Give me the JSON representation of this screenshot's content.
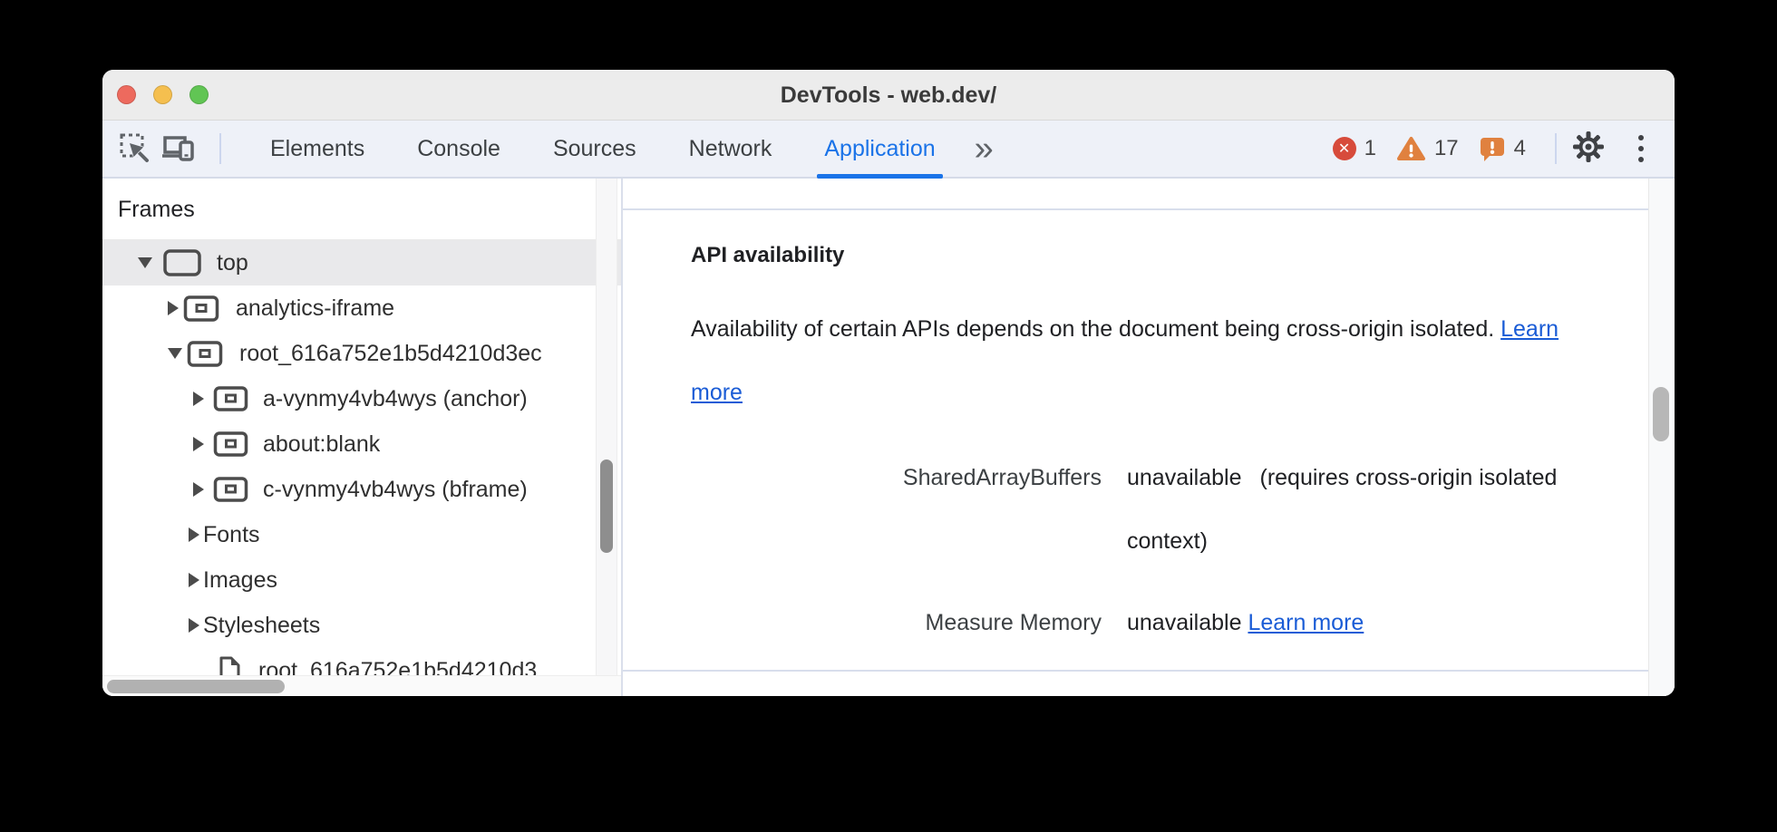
{
  "window": {
    "title": "DevTools - web.dev/"
  },
  "toolbar": {
    "tabs": [
      "Elements",
      "Console",
      "Sources",
      "Network",
      "Application"
    ],
    "active_tab": "Application",
    "more_tabs_label": "»",
    "error_count": "1",
    "warning_count": "17",
    "issue_count": "4",
    "error_glyph": "✕"
  },
  "sidebar": {
    "header": "Frames",
    "tree": [
      {
        "label": "top",
        "state": "expanded",
        "selected": true
      },
      {
        "label": "analytics-iframe",
        "state": "collapsed"
      },
      {
        "label": "root_616a752e1b5d4210d3ec",
        "state": "expanded"
      },
      {
        "label": "a-vynmy4vb4wys (anchor)",
        "state": "collapsed"
      },
      {
        "label": "about:blank",
        "state": "collapsed"
      },
      {
        "label": "c-vynmy4vb4wys (bframe)",
        "state": "collapsed"
      },
      {
        "label": "Fonts",
        "state": "collapsed"
      },
      {
        "label": "Images",
        "state": "collapsed"
      },
      {
        "label": "Stylesheets",
        "state": "collapsed"
      },
      {
        "label": "root_616a752e1b5d4210d3",
        "state": "leaf"
      }
    ]
  },
  "main": {
    "section_title": "API availability",
    "description": "Availability of certain APIs depends on the document being cross-origin isolated.",
    "description_link": "Learn more",
    "fields": [
      {
        "label": "SharedArrayBuffers",
        "value": "unavailable",
        "note": "(requires cross-origin isolated context)"
      },
      {
        "label": "Measure Memory",
        "value": "unavailable",
        "link": "Learn more"
      }
    ]
  },
  "colors": {
    "accent_blue": "#1a73e8",
    "link_blue": "#1a5cd6",
    "error_red": "#d74b3b",
    "warning_orange": "#e0813f",
    "toolbar_bg": "#eef1f8",
    "titlebar_bg": "#ececec",
    "selected_row_bg": "#e9e9eb"
  }
}
